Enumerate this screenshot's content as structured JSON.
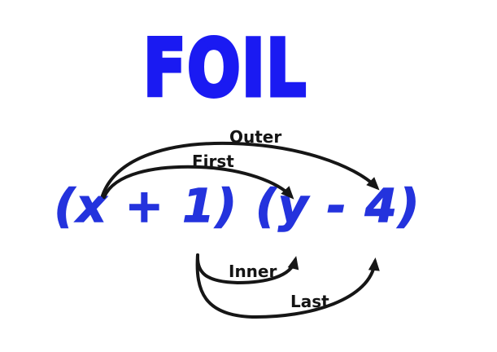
{
  "title": {
    "text": "FOIL",
    "color": "#1a1af2"
  },
  "expression": {
    "text": "(x + 1) (y - 4)",
    "color": "#2433dd"
  },
  "arrows": {
    "first": {
      "label": "First",
      "from": "x",
      "to": "y"
    },
    "outer": {
      "label": "Outer",
      "from": "x",
      "to": "4"
    },
    "inner": {
      "label": "Inner",
      "from": "1",
      "to": "y"
    },
    "last": {
      "label": "Last",
      "from": "1",
      "to": "4"
    }
  },
  "colors": {
    "arrow": "#161616",
    "label": "#141414",
    "background": "#ffffff"
  }
}
